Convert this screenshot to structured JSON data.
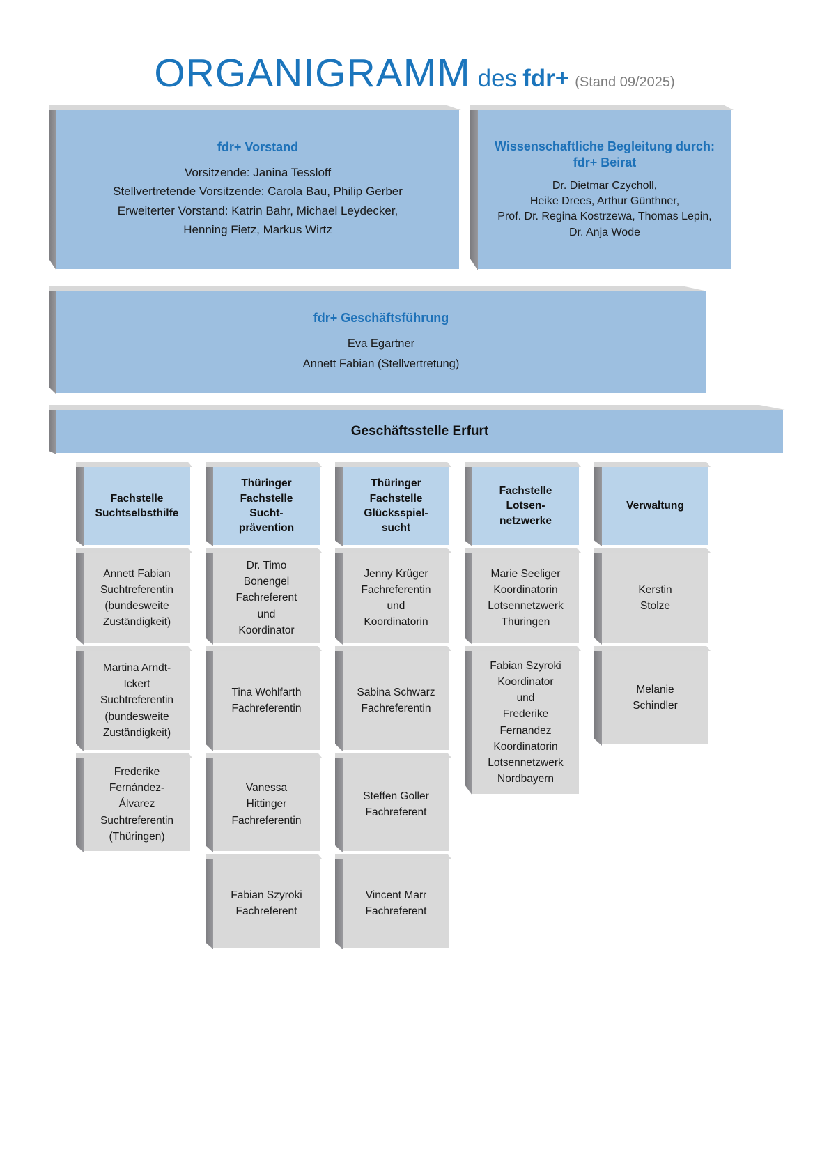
{
  "page": {
    "title_main": "ORGANIGRAMM",
    "title_des": "des",
    "title_fdr": "fdr+",
    "title_stand": "(Stand 09/2025)"
  },
  "vorstand": {
    "title": "fdr+ Vorstand",
    "line1": "Vorsitzende: Janina Tessloff",
    "line2": "Stellvertretende Vorsitzende: Carola Bau, Philip Gerber",
    "line3": "Erweiterter Vorstand: Katrin Bahr, Michael Leydecker,",
    "line4": "Henning Fietz, Markus Wirtz"
  },
  "beirat": {
    "title_line1": "Wissenschaftliche Begleitung durch:",
    "title_line2": "fdr+ Beirat",
    "line1": "Dr. Dietmar Czycholl,",
    "line2": "Heike Drees, Arthur Günthner,",
    "line3": "Prof. Dr. Regina Kostrzewa, Thomas Lepin,",
    "line4": "Dr. Anja Wode"
  },
  "geschaeftsfuehrung": {
    "title": "fdr+ Geschäftsführung",
    "line1": "Eva Egartner",
    "line2": "Annett Fabian (Stellvertretung)"
  },
  "geschaeftsstelle": {
    "title": "Geschäftsstelle Erfurt"
  },
  "columns": [
    {
      "header": "Fachstelle\nSuchtselbsthilfe",
      "boxes": [
        "Annett Fabian\nSuchtreferentin\n(bundesweite\nZuständigkeit)",
        "Martina Arndt-\nIckert\nSuchtreferentin\n(bundesweite\nZuständigkeit)",
        "Frederike\nFernández-\nÁlvarez\nSuchtreferentin\n(Thüringen)"
      ]
    },
    {
      "header": "Thüringer\nFachstelle\nSucht-\nprävention",
      "boxes": [
        "Dr. Timo\nBonengel\nFachreferent\nund\nKoordinator",
        "Tina Wohlfarth\nFachreferentin",
        "Vanessa\nHittinger\nFachreferentin",
        "Fabian Szyroki\nFachreferent"
      ]
    },
    {
      "header": "Thüringer\nFachstelle\nGlücksspiel-\nsucht",
      "boxes": [
        "Jenny Krüger\nFachreferentin\nund\nKoordinatorin",
        "Sabina Schwarz\nFachreferentin",
        "Steffen Goller\nFachreferent",
        "Vincent Marr\nFachreferent"
      ]
    },
    {
      "header": "Fachstelle\nLotsen-\nnetzwerke",
      "boxes": [
        "Marie Seeliger\nKoordinatorin\nLotsennetzwerk\nThüringen",
        "Fabian Szyroki\nKoordinator\nund\nFrederike\nFernandez\nKoordinatorin\nLotsennetzwerk\nNordbayern"
      ]
    },
    {
      "header": "Verwaltung",
      "boxes": [
        "Kerstin\nStolze",
        "Melanie\nSchindler"
      ]
    }
  ]
}
